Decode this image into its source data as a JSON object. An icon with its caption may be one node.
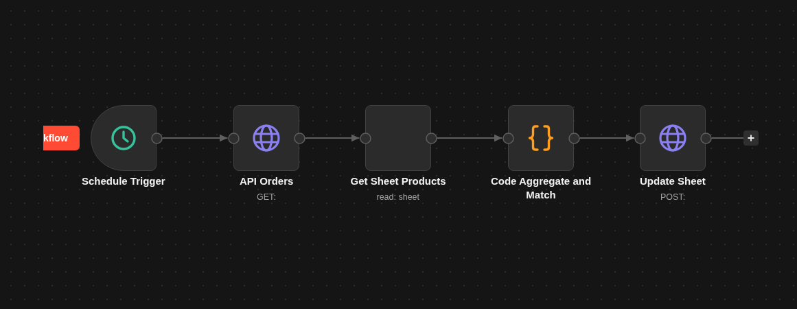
{
  "diagram": {
    "nodes": [
      {
        "text": [
          "Schedule Trigger"
        ]
      },
      {
        "text": [
          "API Orders",
          "GET:"
        ]
      },
      {
        "text": [
          "Get Sheet Products",
          "read: sheet"
        ]
      },
      {
        "text": [
          "Code Aggregate and Match"
        ]
      },
      {
        "text": [
          "Update Sheet",
          "POST:"
        ]
      },
      {
        "text": [],
        "shape": "box"
      }
    ],
    "edges": [
      {
        "from": 0,
        "to": 1,
        "arrow": "to"
      },
      {
        "from": 1,
        "to": 2,
        "arrow": "to"
      },
      {
        "from": 2,
        "to": 3,
        "arrow": "to"
      },
      {
        "from": 3,
        "to": 4,
        "arrow": "to"
      },
      {
        "from": 4,
        "to": 5,
        "arrow": "none"
      }
    ],
    "labels": [
      "kflow"
    ]
  }
}
